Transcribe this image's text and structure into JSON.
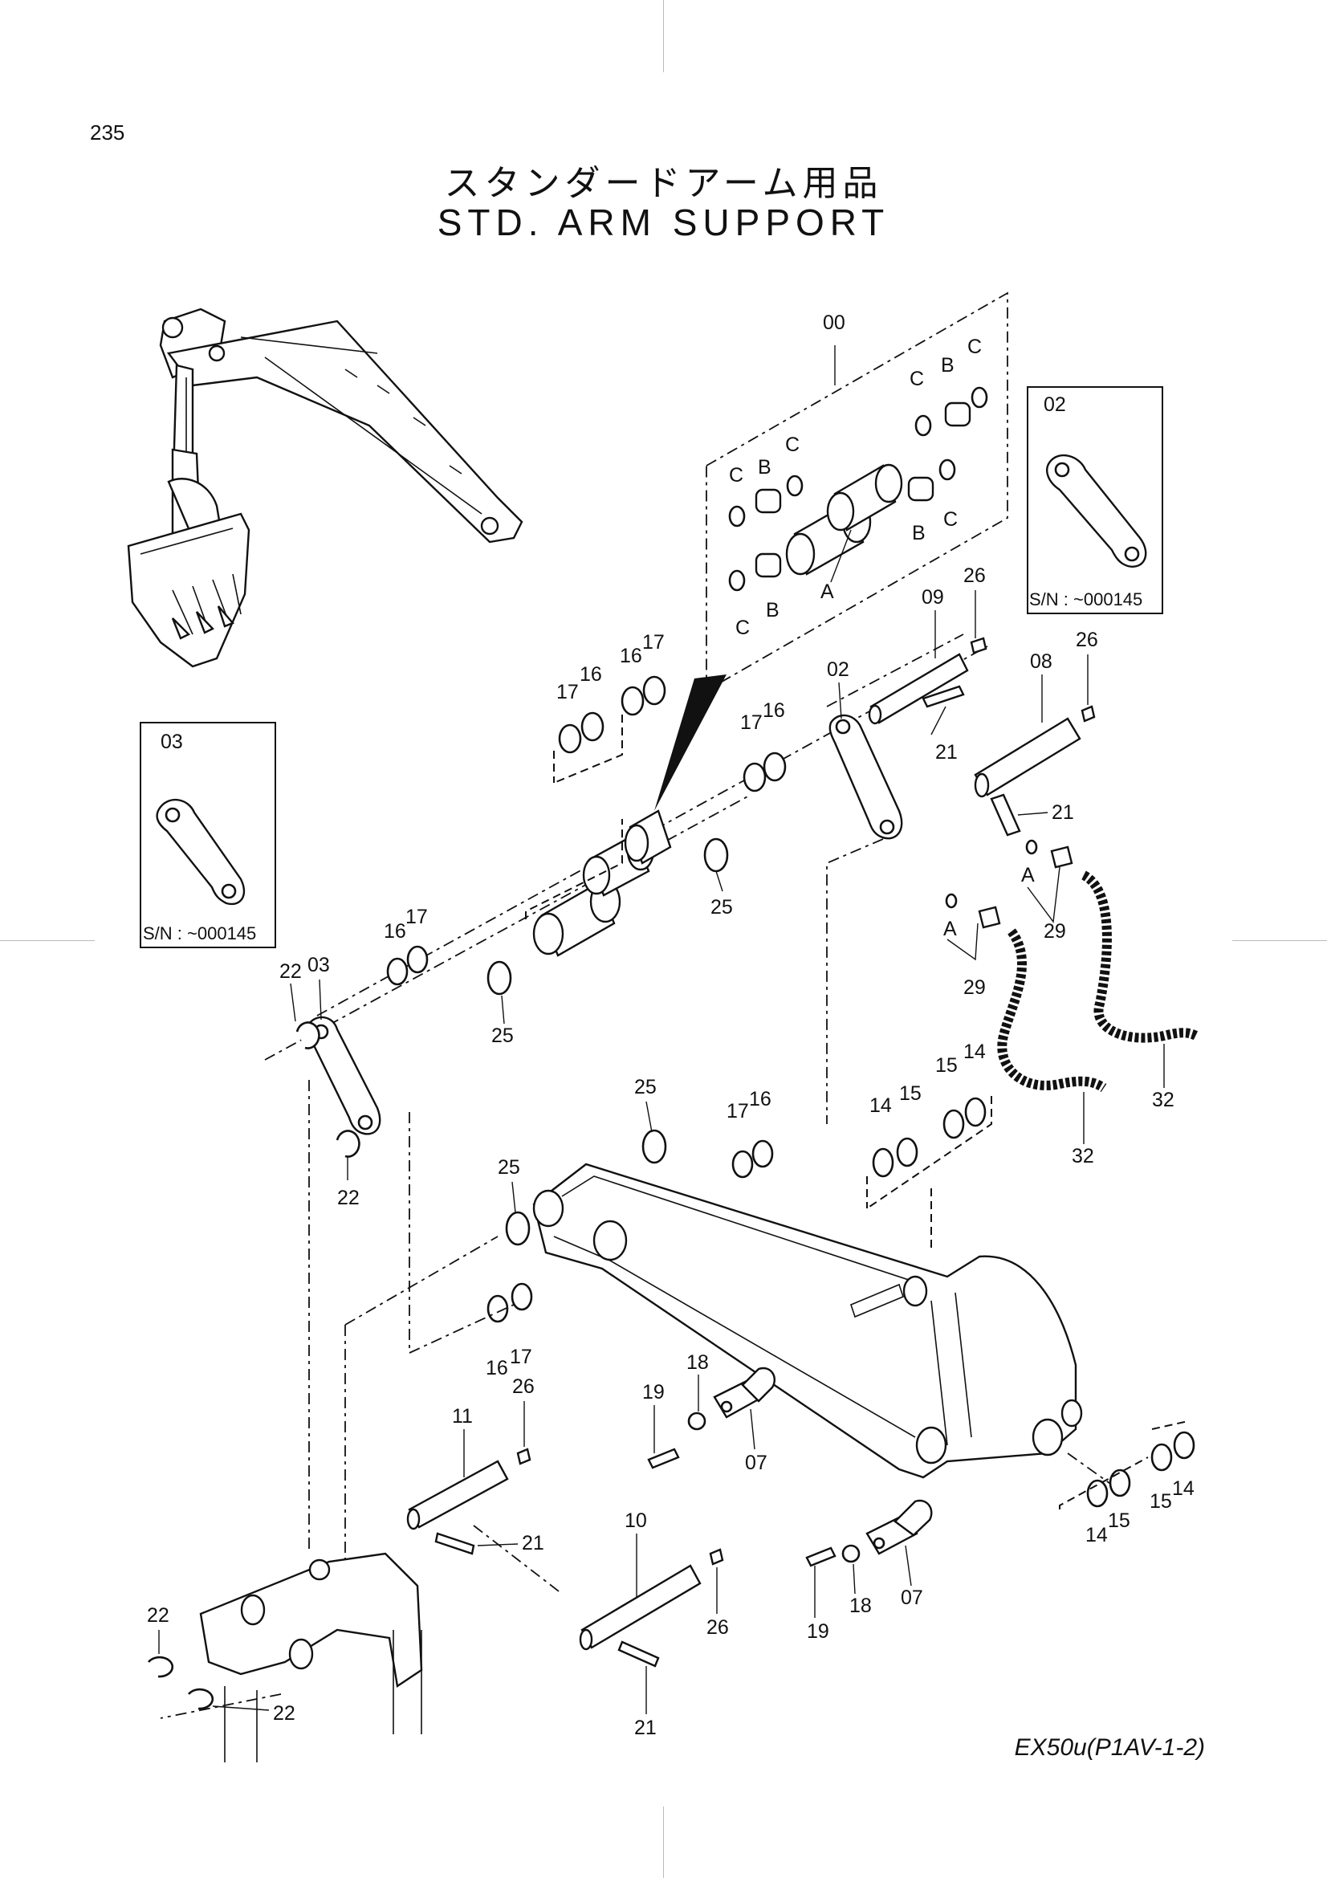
{
  "page_number": "235",
  "title_jp": "スタンダードアーム用品",
  "title_en": "STD. ARM  SUPPORT",
  "footer_code": "EX50u(P1AV-1-2)",
  "inset_boxes": {
    "upper_right": {
      "part": "02",
      "serial_note": "S/N : ~000145"
    },
    "left": {
      "part": "03",
      "serial_note": "S/N : ~000145"
    }
  },
  "kit_labels": {
    "kit": "00",
    "bushing_A": "A",
    "bushing_B": "B",
    "shim_C": "C"
  },
  "callouts": {
    "c00": "00",
    "c02": "02",
    "c03": "03",
    "c07": "07",
    "c08": "08",
    "c09": "09",
    "c10": "10",
    "c11": "11",
    "c14": "14",
    "c15": "15",
    "c16": "16",
    "c17": "17",
    "c18": "18",
    "c19": "19",
    "c21": "21",
    "c22": "22",
    "c25": "25",
    "c26": "26",
    "c29": "29",
    "c32": "32",
    "cA": "A"
  }
}
